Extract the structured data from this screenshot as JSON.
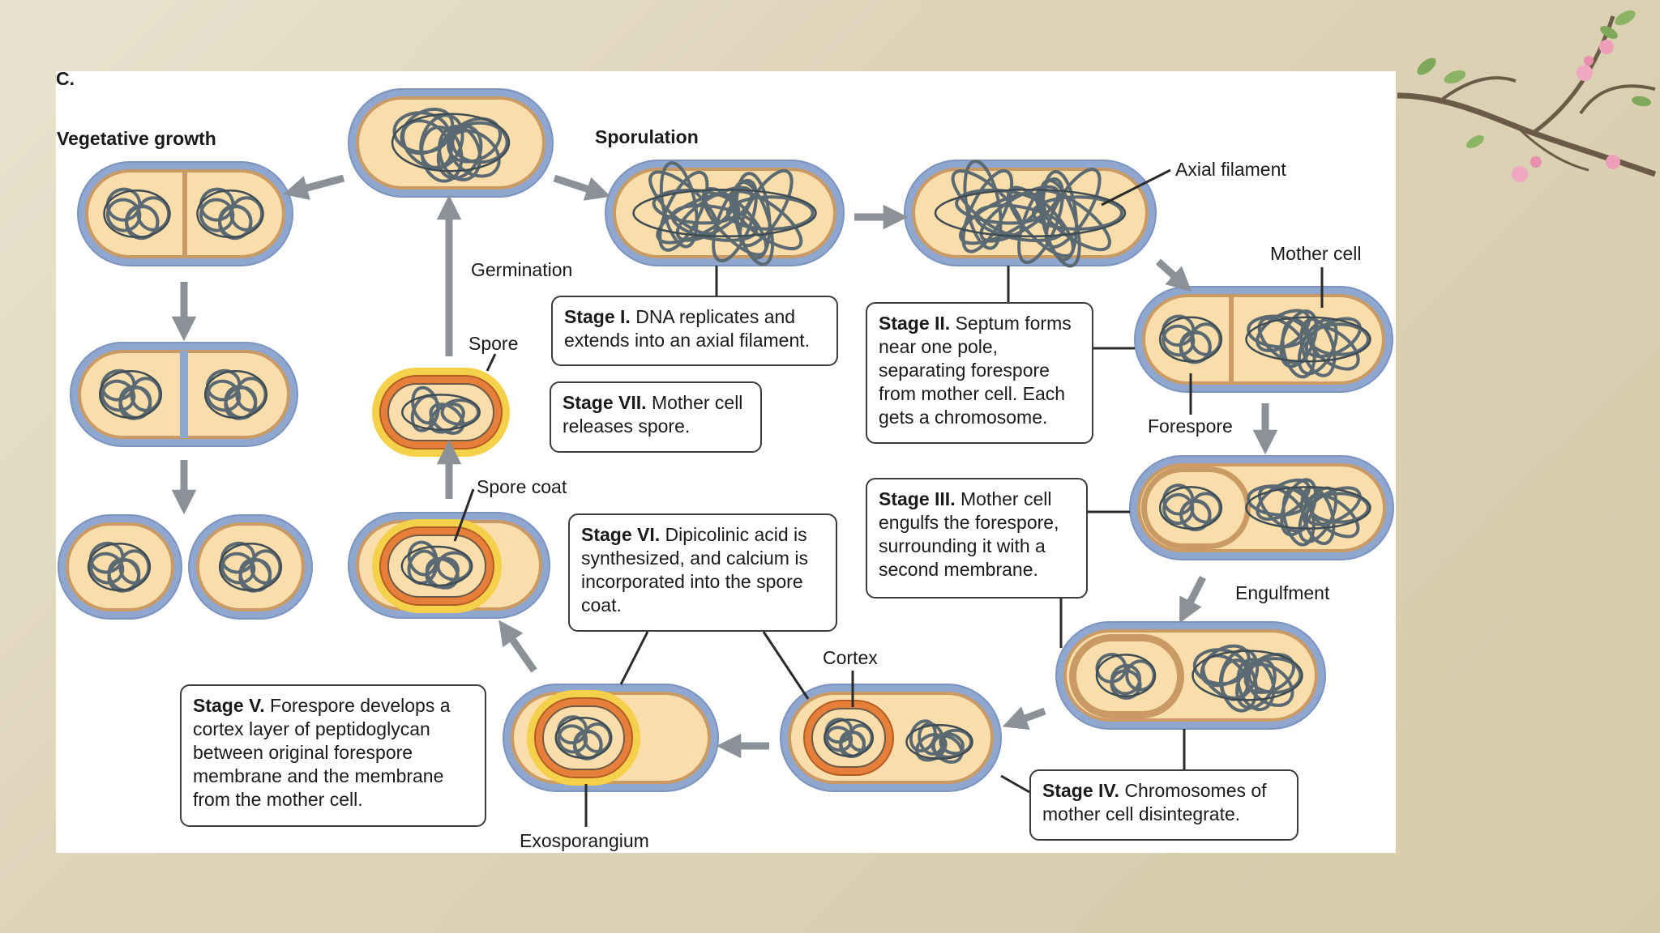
{
  "panel_letter": "C.",
  "labels": {
    "vegetative_growth": "Vegetative growth",
    "sporulation": "Sporulation",
    "germination": "Germination",
    "spore": "Spore",
    "spore_coat": "Spore coat",
    "axial_filament": "Axial filament",
    "mother_cell": "Mother cell",
    "forespore": "Forespore",
    "engulfment": "Engulfment",
    "cortex": "Cortex",
    "exosporangium": "Exosporangium"
  },
  "stages": {
    "s1": {
      "title": "Stage I.",
      "text": "DNA replicates and extends into an axial filament."
    },
    "s2": {
      "title": "Stage II.",
      "text": "Septum forms near one pole, separating forespore from mother cell. Each gets a chromosome."
    },
    "s3": {
      "title": "Stage III.",
      "text": "Mother cell engulfs the forespore, surrounding it with a second membrane."
    },
    "s4": {
      "title": "Stage IV.",
      "text": "Chromosomes of mother cell disintegrate."
    },
    "s5": {
      "title": "Stage V.",
      "text": "Forespore develops a cortex layer of peptidoglycan between original forespore membrane and the membrane from the mother cell."
    },
    "s6": {
      "title": "Stage VI.",
      "text": "Dipicolinic acid is synthesized, and calcium is incorporated into the spore coat."
    },
    "s7": {
      "title": "Stage VII.",
      "text": "Mother cell releases spore."
    }
  },
  "colors": {
    "cell_wall": "#8fa6cf",
    "cytoplasm": "#f9ddab",
    "membrane": "#c99a63",
    "dna": "#5b6a72",
    "cortex": "#e57f3a",
    "spore_coat": "#f5d04a",
    "arrow": "#8b9196"
  }
}
